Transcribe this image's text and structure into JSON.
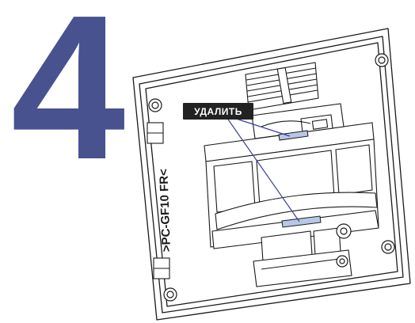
{
  "step": {
    "number": "4",
    "color": "#48528f"
  },
  "callout": {
    "label": "УДАЛИТЬ",
    "background": "#222222",
    "text_color": "#ffffff",
    "line_color": "#3a3f99",
    "highlight_color": "#b9c7e6"
  },
  "part": {
    "code": ">PC-GF10 FR<"
  }
}
